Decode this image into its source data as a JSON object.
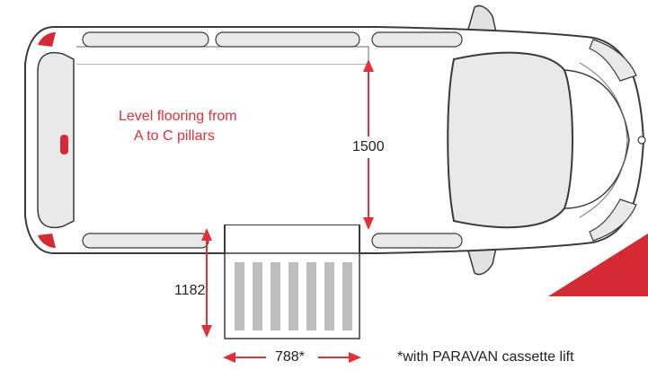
{
  "annotations": {
    "flooring_line1": "Level flooring from",
    "flooring_line2": "A to C pillars",
    "height_dim": "1500",
    "ramp_depth_dim": "1182",
    "ramp_width_dim": "788*",
    "footnote": "*with PARAVAN cassette lift"
  },
  "colors": {
    "accent_red": "#e0303a",
    "dimension_text": "#222222",
    "body_outline": "#3a3a3a",
    "glass_gray": "#e9e9e9",
    "ramp_stripe": "#bdbdbd"
  }
}
